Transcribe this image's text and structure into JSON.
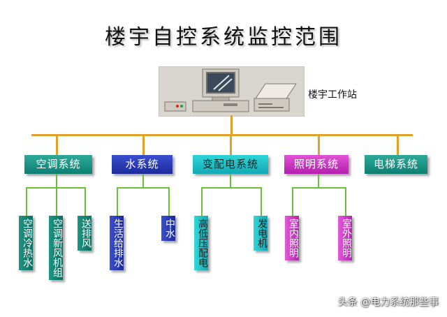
{
  "title": "楼宇自控系统监控范围",
  "workstation": {
    "label": "楼宇工作站"
  },
  "categories": [
    {
      "label": "空调系统",
      "children": [
        "空调冷热水",
        "空调新风机组",
        "送排风"
      ]
    },
    {
      "label": "水系统",
      "children": [
        "生活给排水",
        "中水"
      ]
    },
    {
      "label": "变配电系统",
      "children": [
        "高低压配电",
        "发电机"
      ]
    },
    {
      "label": "照明系统",
      "children": [
        "室内照明",
        "室外照明"
      ]
    },
    {
      "label": "电梯系统",
      "children": []
    }
  ],
  "watermark": "头条 @电力系统那些事",
  "colors": {
    "bus": "#e2a12a",
    "branch": "#6bbf3a"
  }
}
